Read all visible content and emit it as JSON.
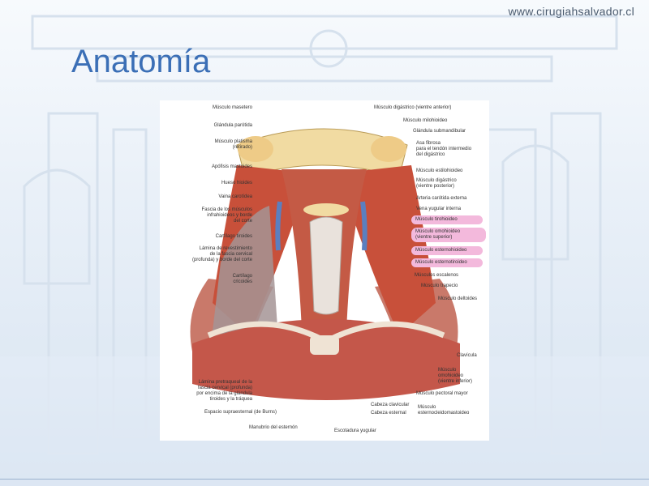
{
  "slide": {
    "website": "www.cirugiahsalvador.cl",
    "title": "Anatomía"
  },
  "figure": {
    "left_labels": [
      "Músculo masetero",
      "Glándula parótida",
      "Músculo platisma\n(retirado)",
      "Apófisis mastoides",
      "Hueso hioides",
      "Vaina carotídea",
      "Fascia de los músculos\ninfrahioideos y borde\ndel corte",
      "Cartílago tiroides",
      "Lámina de revestimiento\nde la fascia cervical\n(profunda) y borde del corte",
      "Cartílago\ncricoides",
      "Lámina pretraqueal de la\nfascia cervical (profunda)\npor encima de la glándula\ntiroides y la tráquea",
      "Espacio supraesternal (de Burns)",
      "Manubrio del esternón",
      "Escotadura yugular"
    ],
    "right_labels": [
      "Músculo digástrico (vientre anterior)",
      "Músculo milohioideo",
      "Glándula submandibular",
      "Asa fibrosa\npara el tendón intermedio\ndel digástrico",
      "Músculo estilohioideo",
      "Músculo digástrico\n(vientre posterior)",
      "Arteria carótida externa",
      "Vena yugular interna",
      "Músculo tirohioideo",
      "Músculo omohioideo\n(vientre superior)",
      "Músculo esternohioideo",
      "Músculo esternotiroideo",
      "Músculos escalenos",
      "Músculo trapecio",
      "Músculo deltoides",
      "Clavícula",
      "Músculo\nomohioideo\n(vientre inferior)",
      "Músculo pectoral mayor",
      "Cabeza clavicular",
      "Cabeza esternal",
      "Músculo\nesternocleidomastoideo"
    ],
    "highlight_color": "#f3b9dc",
    "muscle_color": "#c8503a",
    "bone_color": "#f1dba2"
  }
}
